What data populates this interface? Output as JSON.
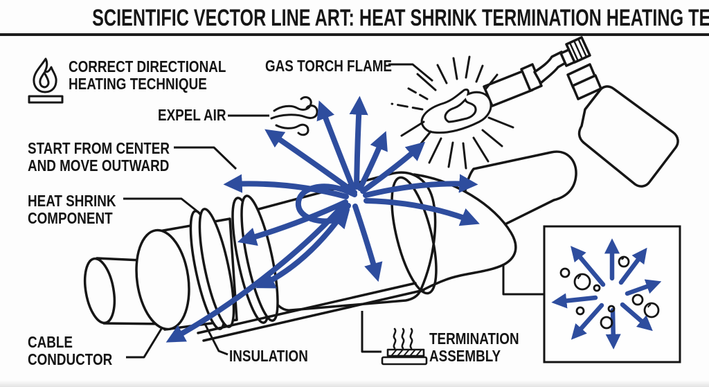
{
  "title": "SCIENTIFIC VECTOR LINE ART: HEAT SHRINK TERMINATION HEATING TECHNIQUE",
  "labels": {
    "correct_technique": "CORRECT DIRECTIONAL\nHEATING TECHNIQUE",
    "gas_torch_flame": "GAS TORCH FLAME",
    "expel_air": "EXPEL AIR",
    "start_from_center": "START FROM CENTER\nAND MOVE OUTWARD",
    "heat_shrink_component": "HEAT SHRINK\nCOMPONENT",
    "cable_conductor": "CABLE\nCONDUCTOR",
    "insulation": "INSULATION",
    "termination_assembly": "TERMINATION\nASSEMBLY"
  },
  "icons": [
    "flame-icon",
    "wind-icon",
    "heat-surface-icon",
    "flame-starburst",
    "gas-torch-illustration",
    "radial-heat-arrows",
    "inset-shrink-detail"
  ],
  "colors": {
    "line": "#161616",
    "arrow_blue": "#2e4d9e",
    "background": "#fdfdfd"
  }
}
